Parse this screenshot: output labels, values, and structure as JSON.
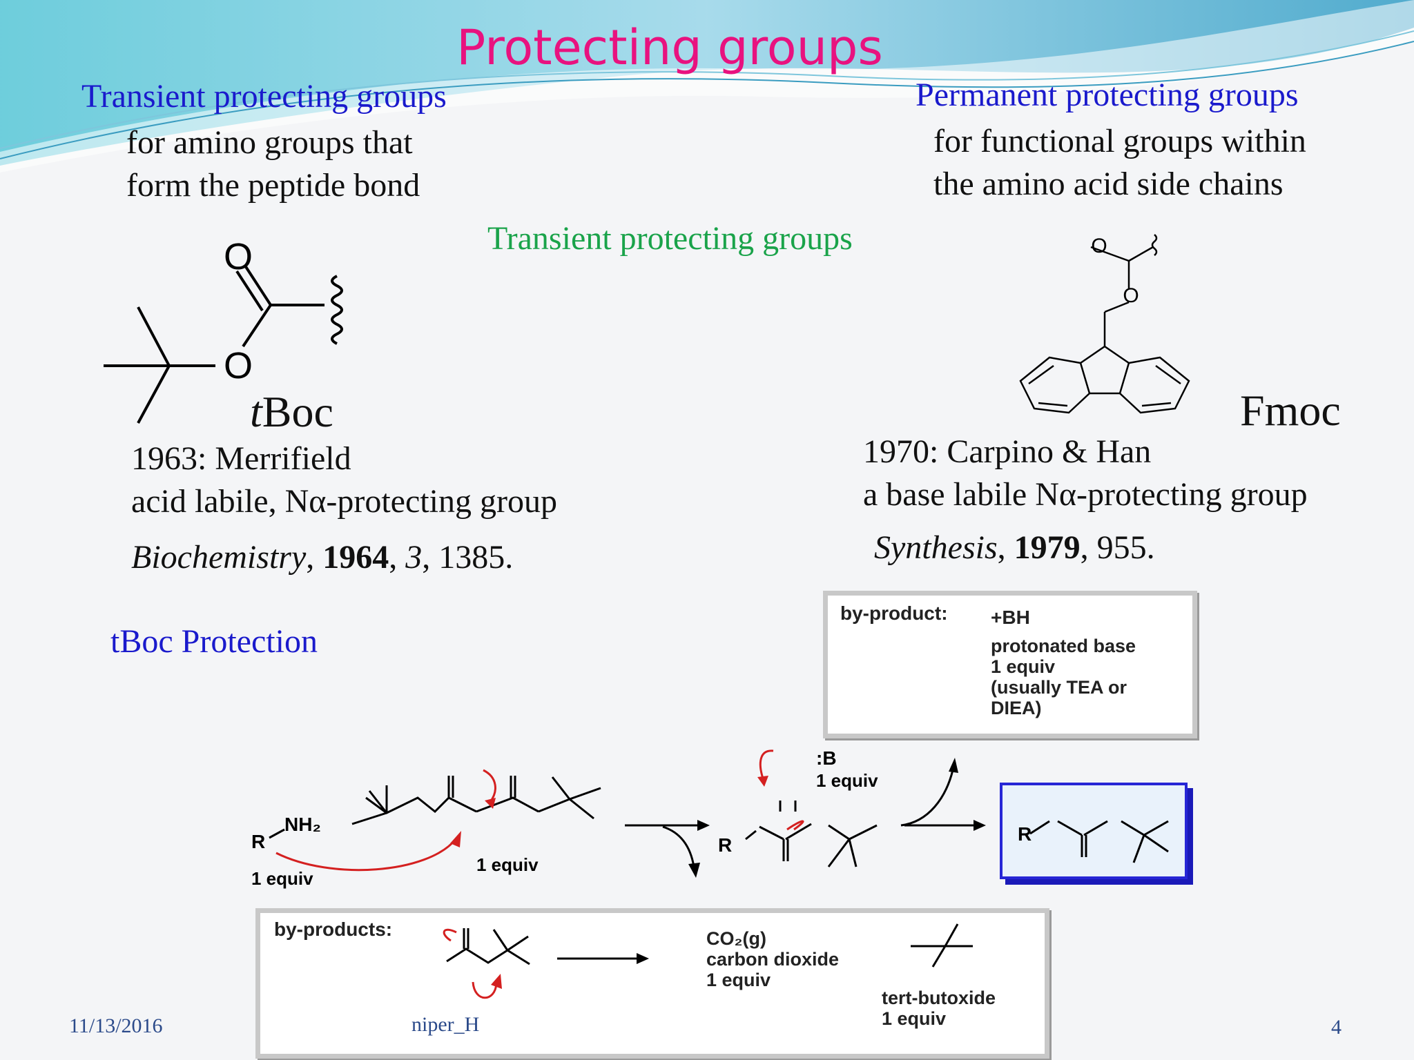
{
  "slide": {
    "title": "Protecting groups",
    "left_heading": "Transient protecting groups",
    "left_desc_1": "for amino groups that",
    "left_desc_2": "form the peptide bond",
    "right_heading": "Permanent protecting groups",
    "right_desc_1": "for functional groups within",
    "right_desc_2": "the amino acid side chains",
    "center_heading": "Transient protecting groups"
  },
  "tboc": {
    "label_italic": "t",
    "label_rest": "Boc",
    "year_line": "1963: Merrifield",
    "desc": "acid labile, Nα-protecting group",
    "ref_journal": "Biochemistry",
    "ref_year": "1964",
    "ref_vol": "3",
    "ref_page": ", 1385.",
    "atom_O_top": "O",
    "atom_O_ester": "O"
  },
  "fmoc": {
    "label": "Fmoc",
    "year_line": "1970: Carpino & Han",
    "desc": "a base labile Nα-protecting group",
    "ref_journal": "Synthesis",
    "ref_year": "1979",
    "ref_page": ", 955.",
    "atom_O_top": "O",
    "atom_O_ester": "O"
  },
  "scheme": {
    "heading": "tBoc Protection",
    "byproduct_top_label": "by-product:",
    "byproduct_top_ion": "+BH",
    "byproduct_top_lines": [
      "protonated base",
      "1 equiv",
      "(usually TEA or",
      "DIEA)"
    ],
    "base_label": ":B",
    "base_equiv": "1 equiv",
    "amine_R": "R",
    "amine_group": "NH₂",
    "amine_equiv": "1 equiv",
    "boc2o_equiv": "1 equiv",
    "byproducts_bottom_label": "by-products:",
    "co2_formula": "CO₂(g)",
    "co2_name": "carbon dioxide",
    "co2_equiv": "1 equiv",
    "tbuo_name": "tert-butoxide",
    "tbuo_equiv": "1 equiv"
  },
  "footer": {
    "date": "11/13/2016",
    "author": "niper_H",
    "page": "4"
  },
  "colors": {
    "title": "#e8127f",
    "blue_heading": "#1a1acc",
    "green_heading": "#1aa34a",
    "arrow_red": "#d42020"
  }
}
